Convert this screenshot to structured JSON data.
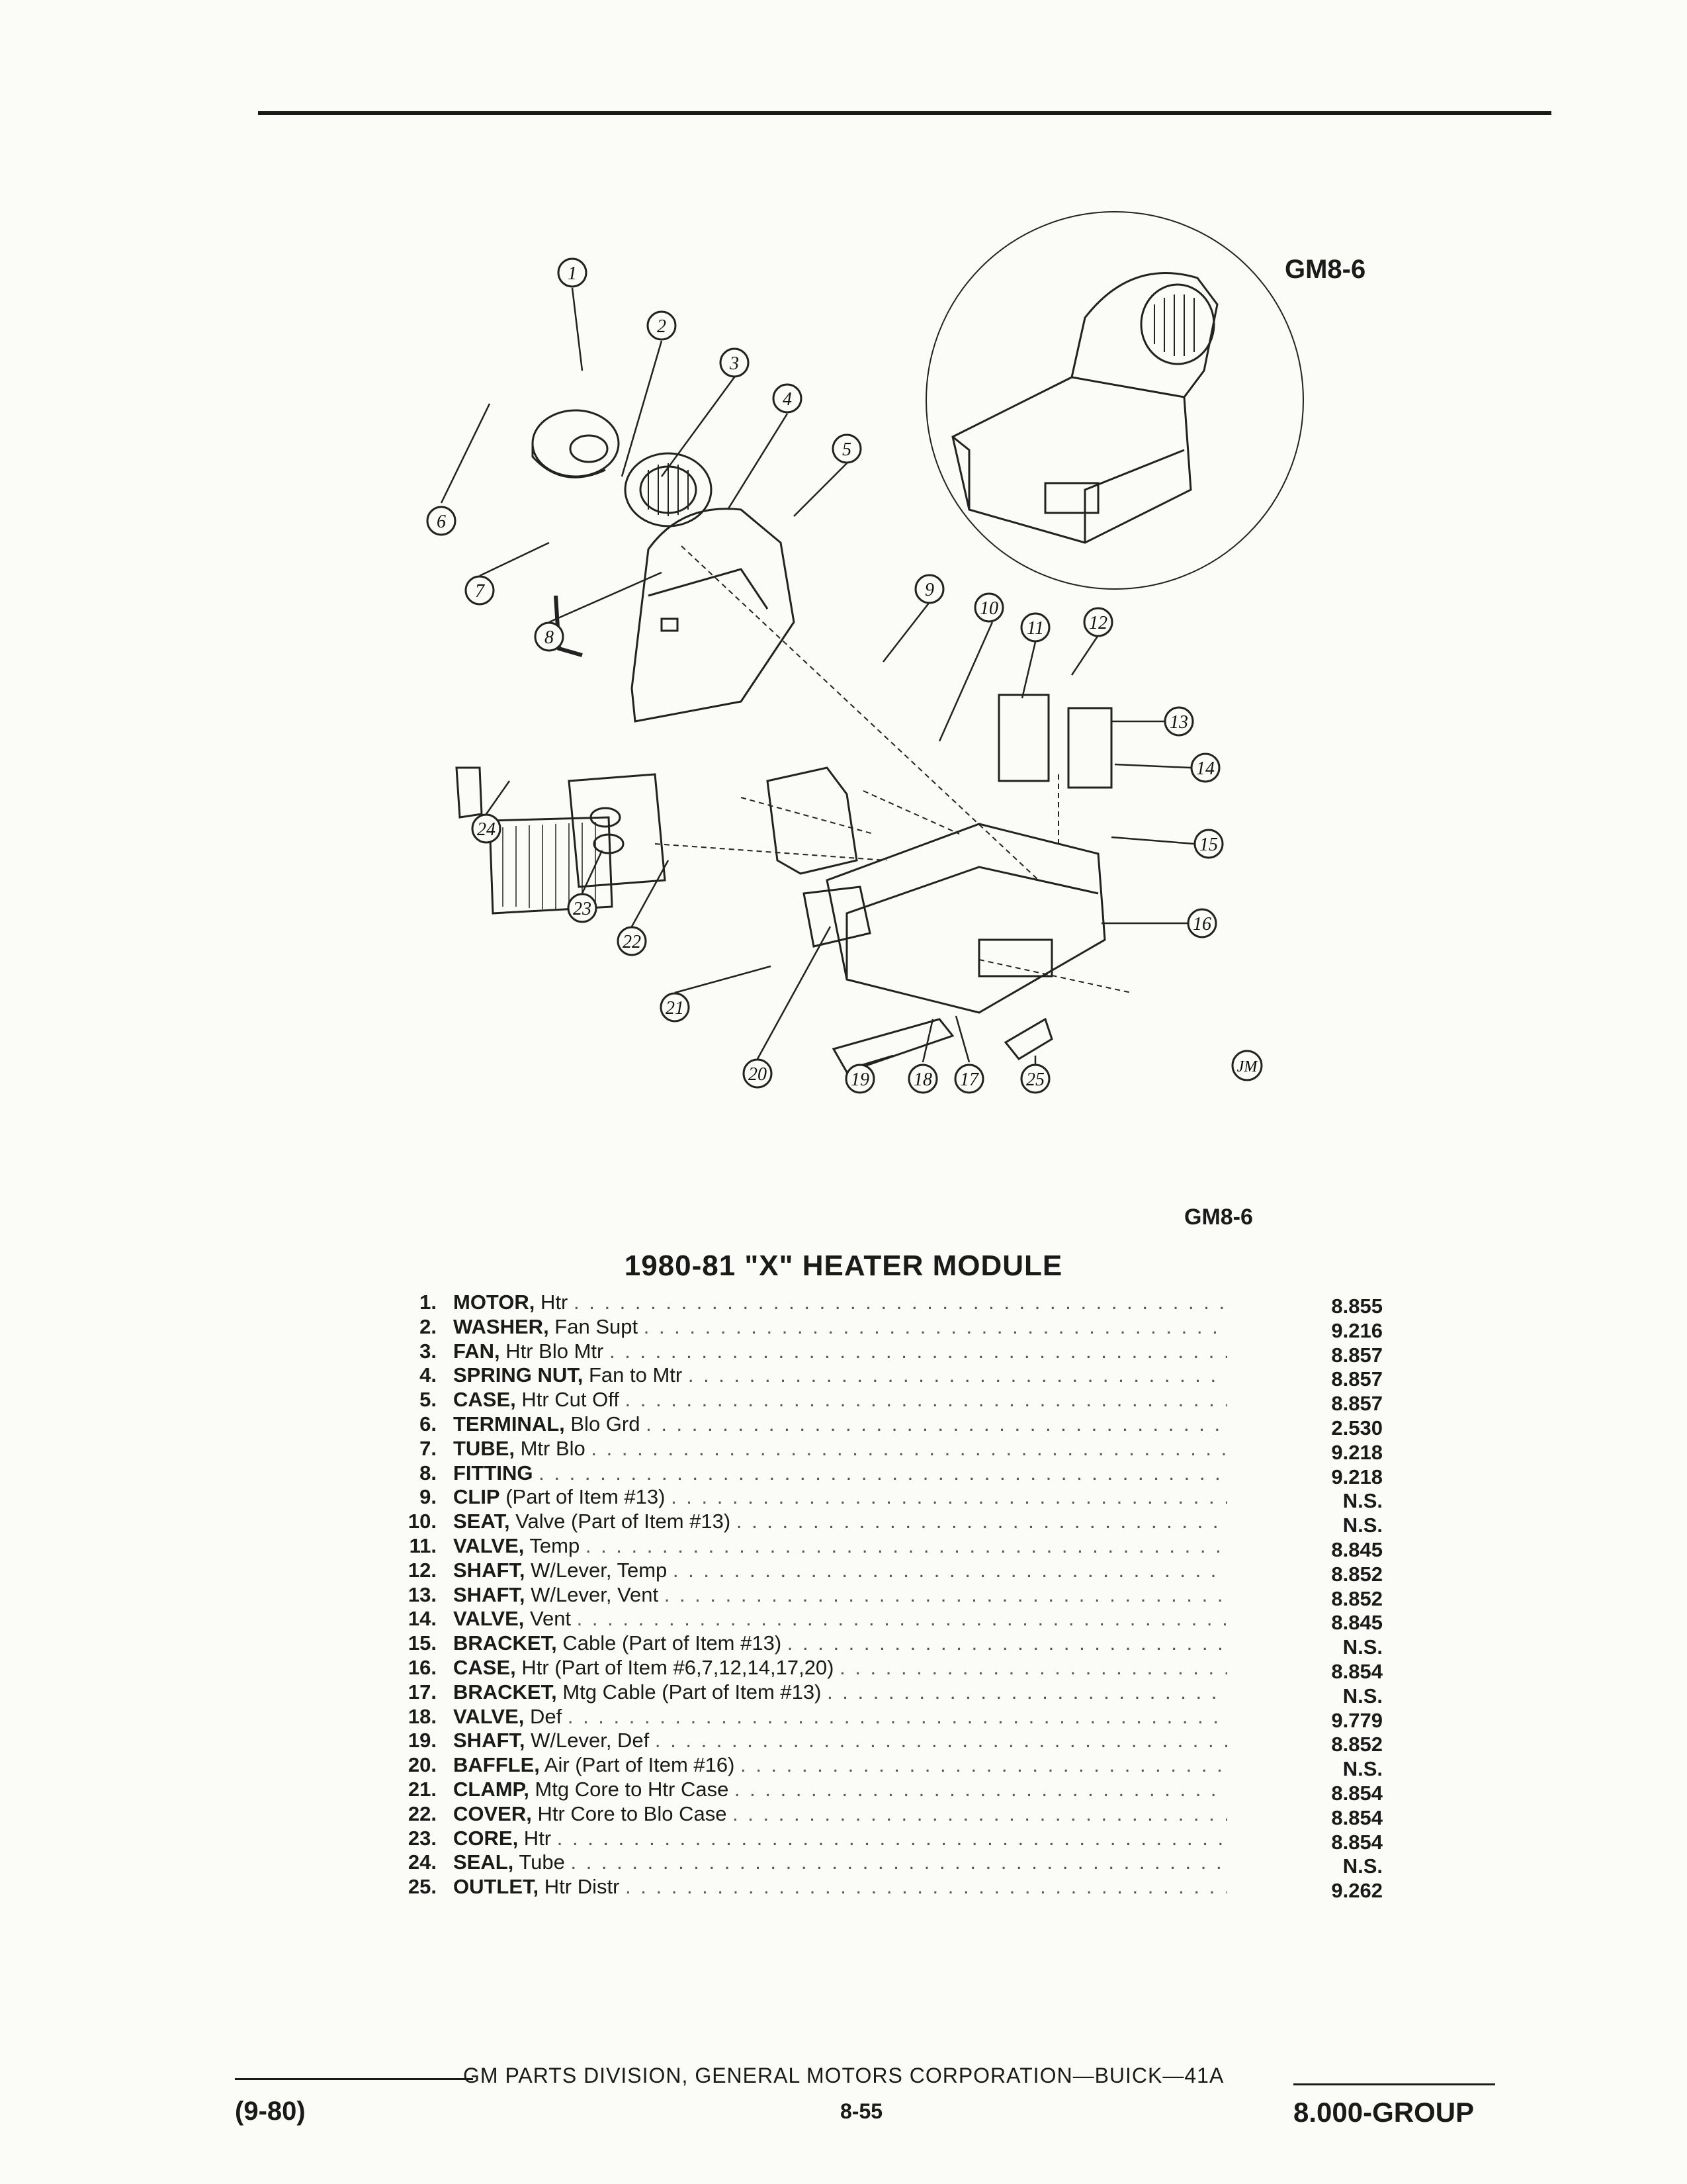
{
  "figure": {
    "code_top": "GM8-6",
    "code_bottom": "GM8-6",
    "artist_mark": "JM",
    "callouts": [
      "1",
      "2",
      "3",
      "4",
      "5",
      "6",
      "7",
      "8",
      "9",
      "10",
      "11",
      "12",
      "13",
      "14",
      "15",
      "16",
      "17",
      "18",
      "19",
      "20",
      "21",
      "22",
      "23",
      "24",
      "25"
    ]
  },
  "title": "1980-81 \"X\" HEATER MODULE",
  "parts": [
    {
      "num": "1.",
      "name": "MOTOR,",
      "desc": "Htr",
      "ref": "8.855"
    },
    {
      "num": "2.",
      "name": "WASHER,",
      "desc": "Fan Supt",
      "ref": "9.216"
    },
    {
      "num": "3.",
      "name": "FAN,",
      "desc": "Htr Blo Mtr",
      "ref": "8.857"
    },
    {
      "num": "4.",
      "name": "SPRING NUT,",
      "desc": "Fan to Mtr",
      "ref": "8.857"
    },
    {
      "num": "5.",
      "name": "CASE,",
      "desc": "Htr Cut Off",
      "ref": "8.857"
    },
    {
      "num": "6.",
      "name": "TERMINAL,",
      "desc": "Blo Grd",
      "ref": "2.530"
    },
    {
      "num": "7.",
      "name": "TUBE,",
      "desc": "Mtr Blo",
      "ref": "9.218"
    },
    {
      "num": "8.",
      "name": "FITTING",
      "desc": "",
      "ref": "9.218"
    },
    {
      "num": "9.",
      "name": "CLIP",
      "desc": "(Part of Item #13)",
      "ref": "N.S."
    },
    {
      "num": "10.",
      "name": "SEAT,",
      "desc": "Valve (Part of Item #13)",
      "ref": "N.S."
    },
    {
      "num": "11.",
      "name": "VALVE,",
      "desc": "Temp",
      "ref": "8.845"
    },
    {
      "num": "12.",
      "name": "SHAFT,",
      "desc": "W/Lever, Temp",
      "ref": "8.852"
    },
    {
      "num": "13.",
      "name": "SHAFT,",
      "desc": "W/Lever, Vent",
      "ref": "8.852"
    },
    {
      "num": "14.",
      "name": "VALVE,",
      "desc": "Vent",
      "ref": "8.845"
    },
    {
      "num": "15.",
      "name": "BRACKET,",
      "desc": "Cable (Part of Item #13)",
      "ref": "N.S."
    },
    {
      "num": "16.",
      "name": "CASE,",
      "desc": "Htr (Part of Item #6,7,12,14,17,20)",
      "ref": "8.854"
    },
    {
      "num": "17.",
      "name": "BRACKET,",
      "desc": "Mtg Cable (Part of Item #13)",
      "ref": "N.S."
    },
    {
      "num": "18.",
      "name": "VALVE,",
      "desc": "Def",
      "ref": "9.779"
    },
    {
      "num": "19.",
      "name": "SHAFT,",
      "desc": "W/Lever, Def",
      "ref": "8.852"
    },
    {
      "num": "20.",
      "name": "BAFFLE,",
      "desc": "Air (Part of Item #16)",
      "ref": "N.S."
    },
    {
      "num": "21.",
      "name": "CLAMP,",
      "desc": "Mtg Core to Htr Case",
      "ref": "8.854"
    },
    {
      "num": "22.",
      "name": "COVER,",
      "desc": "Htr Core to Blo Case",
      "ref": "8.854"
    },
    {
      "num": "23.",
      "name": "CORE,",
      "desc": "Htr",
      "ref": "8.854"
    },
    {
      "num": "24.",
      "name": "SEAL,",
      "desc": "Tube",
      "ref": "N.S."
    },
    {
      "num": "25.",
      "name": "OUTLET,",
      "desc": "Htr Distr",
      "ref": "9.262"
    }
  ],
  "footer": {
    "publisher": "GM PARTS DIVISION, GENERAL MOTORS CORPORATION—BUICK—41A",
    "date": "(9-80)",
    "page": "8-55",
    "group": "8.000-GROUP"
  }
}
